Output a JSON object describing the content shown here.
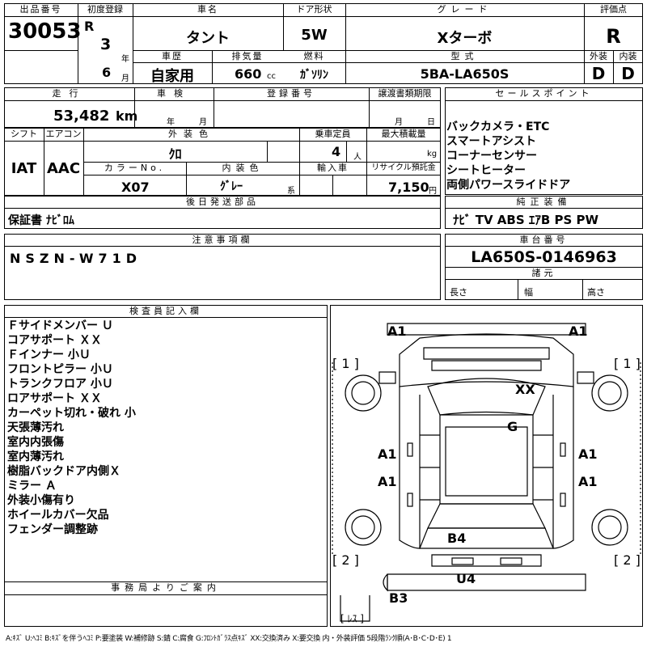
{
  "headers": {
    "lot_no": "出品番号",
    "first_reg": "初度登録",
    "car_name": "車名",
    "door": "ドア形状",
    "grade": "グレード",
    "score": "評価点",
    "history": "車歴",
    "displacement": "排気量",
    "fuel": "燃料",
    "model_code": "型式",
    "exterior": "外装",
    "interior": "内装",
    "mileage": "走行",
    "inspection": "車検",
    "reg_no": "登録番号",
    "transfer_deadline": "譲渡書類期限",
    "sales_points": "セールスポイント",
    "shift": "シフト",
    "aircon": "エアコン",
    "ext_color": "外装色",
    "capacity": "乗車定員",
    "max_load": "最大積載量",
    "color_no": "カラーNo.",
    "int_color": "内装色",
    "import": "輸入車",
    "recycle": "リサイクル預託金",
    "later_parts": "後日発送部品",
    "genuine": "純正装備",
    "notes": "注意事項欄",
    "chassis": "車台番号",
    "dimensions": "諸元",
    "inspector": "検査員記入欄",
    "office": "事務局よりご案内"
  },
  "basic": {
    "lot_no": "30053",
    "era": "R",
    "year": "3",
    "year_unit": "年",
    "month": "6",
    "month_unit": "月",
    "car_name": "タント",
    "door": "5W",
    "grade": "Xターボ",
    "score": "R",
    "history": "自家用",
    "displacement": "660",
    "displacement_unit": "cc",
    "fuel": "ｶﾞｿﾘﾝ",
    "model_code": "5BA-LA650S",
    "exterior_grade": "D",
    "interior_grade": "D"
  },
  "row2": {
    "mileage": "53,482",
    "mileage_unit": "km",
    "insp_year_unit": "年",
    "insp_month_unit": "月",
    "transfer_month_unit": "月",
    "transfer_day_unit": "日"
  },
  "row3": {
    "shift": "IAT",
    "aircon": "AAC",
    "ext_color": "ｸﾛ",
    "capacity": "4",
    "capacity_unit": "人",
    "max_load_unit": "kg",
    "color_no": "X07",
    "int_color": "ｸﾞﾚｰ",
    "int_color_unit": "系",
    "recycle": "7,150",
    "recycle_unit": "円"
  },
  "sales_points": [
    "バックカメラ・ETC",
    "スマートアシスト",
    "コーナーセンサー",
    "シートヒーター",
    "両側パワースライドドア"
  ],
  "later_parts": "保証書 ﾅﾋﾞﾛﾑ",
  "genuine": "ﾅﾋﾞ TV ABS ｴｱB PS PW",
  "notes": "NSZN-W71D",
  "chassis": "LA650S-0146963",
  "dims": {
    "length": "長さ",
    "width": "幅",
    "height": "高さ"
  },
  "inspector_lines": [
    "Ｆサイドメンバー Ｕ",
    "コアサポート ＸＸ",
    "Ｆインナー 小Ｕ",
    "フロントピラー 小Ｕ",
    "トランクフロア 小Ｕ",
    "ロアサポート ＸＸ",
    "カーペット切れ・破れ 小",
    "天張薄汚れ",
    "室内内張傷",
    "室内薄汚れ",
    "樹脂バックドア内側Ｘ",
    "ミラー Ａ",
    "外装小傷有り",
    "ホイールカバー欠品",
    "フェンダー調整跡"
  ],
  "diagram": {
    "a1_tl": "A1",
    "a1_tr": "A1",
    "b1l": "[ 1 ]",
    "b1r": "[ 1 ]",
    "xx": "XX",
    "g": "G",
    "a1_ml1": "A1",
    "a1_ml2": "A1",
    "a1_mr1": "A1",
    "a1_mr2": "A1",
    "b4": "B4",
    "b2l": "[ 2 ]",
    "b2r": "[ 2 ]",
    "u4": "U4",
    "b3": "B3",
    "less": "[ ﾚｽ ]"
  },
  "legend": "A:ｷｽﾞ U:ﾍｺﾐ B:ｷｽﾞを伴うﾍｺﾐ P:要塗装 W:補修跡 S:錆 C:腐食 G:ﾌﾛﾝﾄｶﾞﾗｽ点ｷｽﾞ XX:交換済み X:要交換 内・外装評価 5段階ﾗﾝｸ順(A･B･C･D･E) 1"
}
